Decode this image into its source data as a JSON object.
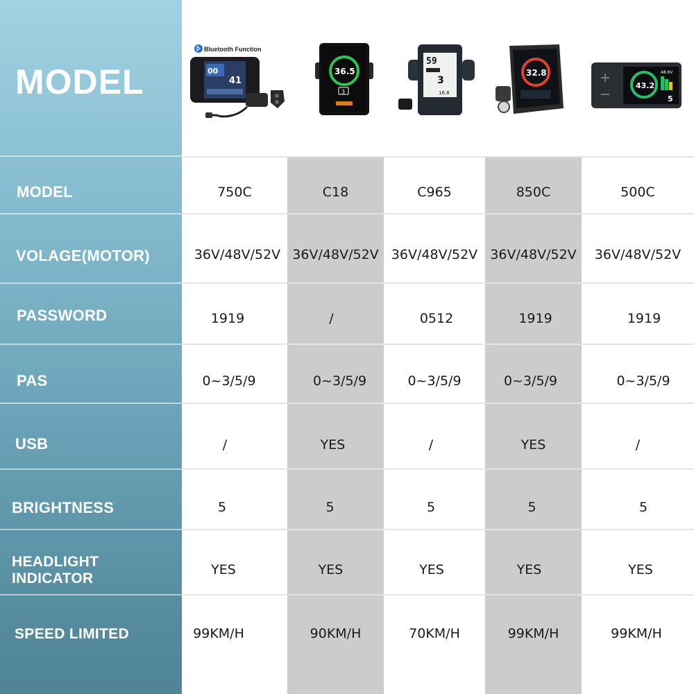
{
  "header_label": "MODEL",
  "rows": [
    {
      "label": "MODEL",
      "values": [
        "750C",
        "C18",
        "C965",
        "850C",
        "500C"
      ]
    },
    {
      "label": "VOLAGE(MOTOR)",
      "values": [
        "36V/48V/52V",
        "36V/48V/52V",
        "36V/48V/52V",
        "36V/48V/52V",
        "36V/48V/52V"
      ]
    },
    {
      "label": "PASSWORD",
      "values": [
        "1919",
        "/",
        "0512",
        "1919",
        "1919"
      ]
    },
    {
      "label": "PAS",
      "values": [
        "0~3/5/9",
        "0~3/5/9",
        "0~3/5/9",
        "0~3/5/9",
        "0~3/5/9"
      ]
    },
    {
      "label": "USB",
      "values": [
        "/",
        "YES",
        "/",
        "YES",
        "/"
      ]
    },
    {
      "label": "BRIGHTNESS",
      "values": [
        "5",
        "5",
        "5",
        "5",
        "5"
      ]
    },
    {
      "label": "HEADLIGHT INDICATOR",
      "values": [
        "YES",
        "YES",
        "YES",
        "YES",
        "YES"
      ]
    },
    {
      "label": "SPEED LIMITED",
      "values": [
        "99KM/H",
        "90KM/H",
        "70KM/H",
        "99KM/H",
        "99KM/H"
      ]
    }
  ],
  "products": {
    "750C": {
      "caption": "Bluetooth Function",
      "speed": "00",
      "side": "41"
    },
    "C18": {
      "speed": "36.5",
      "level": "3"
    },
    "C965": {
      "speed": "59",
      "level": "3",
      "trip": "16.8"
    },
    "850C": {
      "speed": "32.8"
    },
    "500C": {
      "speed": "43.2",
      "volt": "48.6V",
      "level": "5"
    }
  },
  "colors": {
    "label_top": "#a0d2e2",
    "label_bottom": "#4f8395",
    "shaded_column": "#cccccc"
  }
}
